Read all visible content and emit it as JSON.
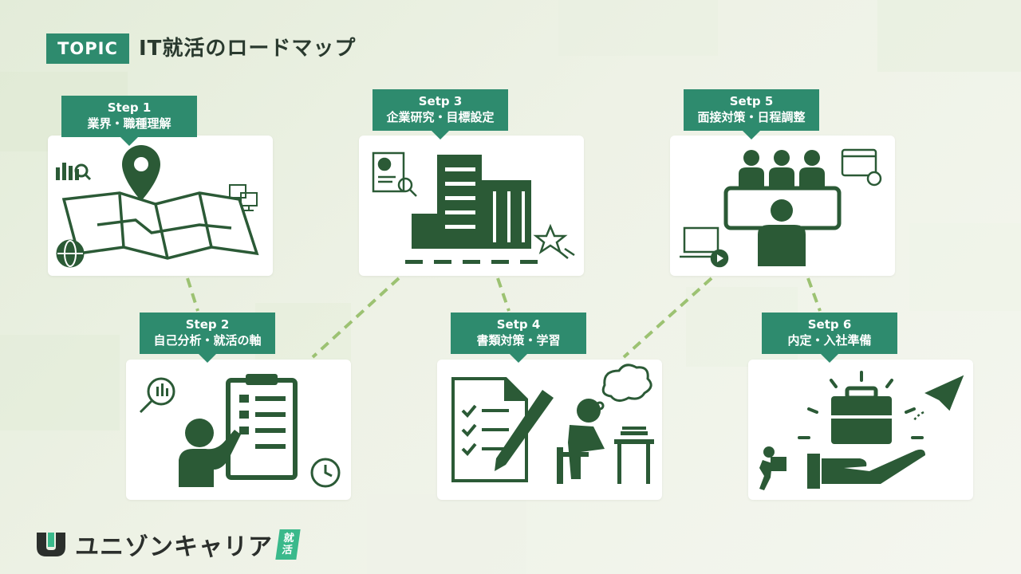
{
  "header": {
    "badge": "TOPIC",
    "title": "IT就活のロードマップ"
  },
  "steps": [
    {
      "step": "Step 1",
      "label": "業界・職種理解"
    },
    {
      "step": "Step 2",
      "label": "自己分析・就活の軸"
    },
    {
      "step": "Setp 3",
      "label": "企業研究・目標設定"
    },
    {
      "step": "Setp 4",
      "label": "書類対策・学習"
    },
    {
      "step": "Setp 5",
      "label": "面接対策・日程調整"
    },
    {
      "step": "Setp 6",
      "label": "内定・入社準備"
    }
  ],
  "logo": {
    "text": "ユニゾンキャリア",
    "box_line1": "就",
    "box_line2": "活"
  },
  "colors": {
    "accent": "#2e8b6e",
    "icon": "#2b5a36",
    "connector": "#9cc272",
    "logo_accent": "#3ab98b"
  }
}
